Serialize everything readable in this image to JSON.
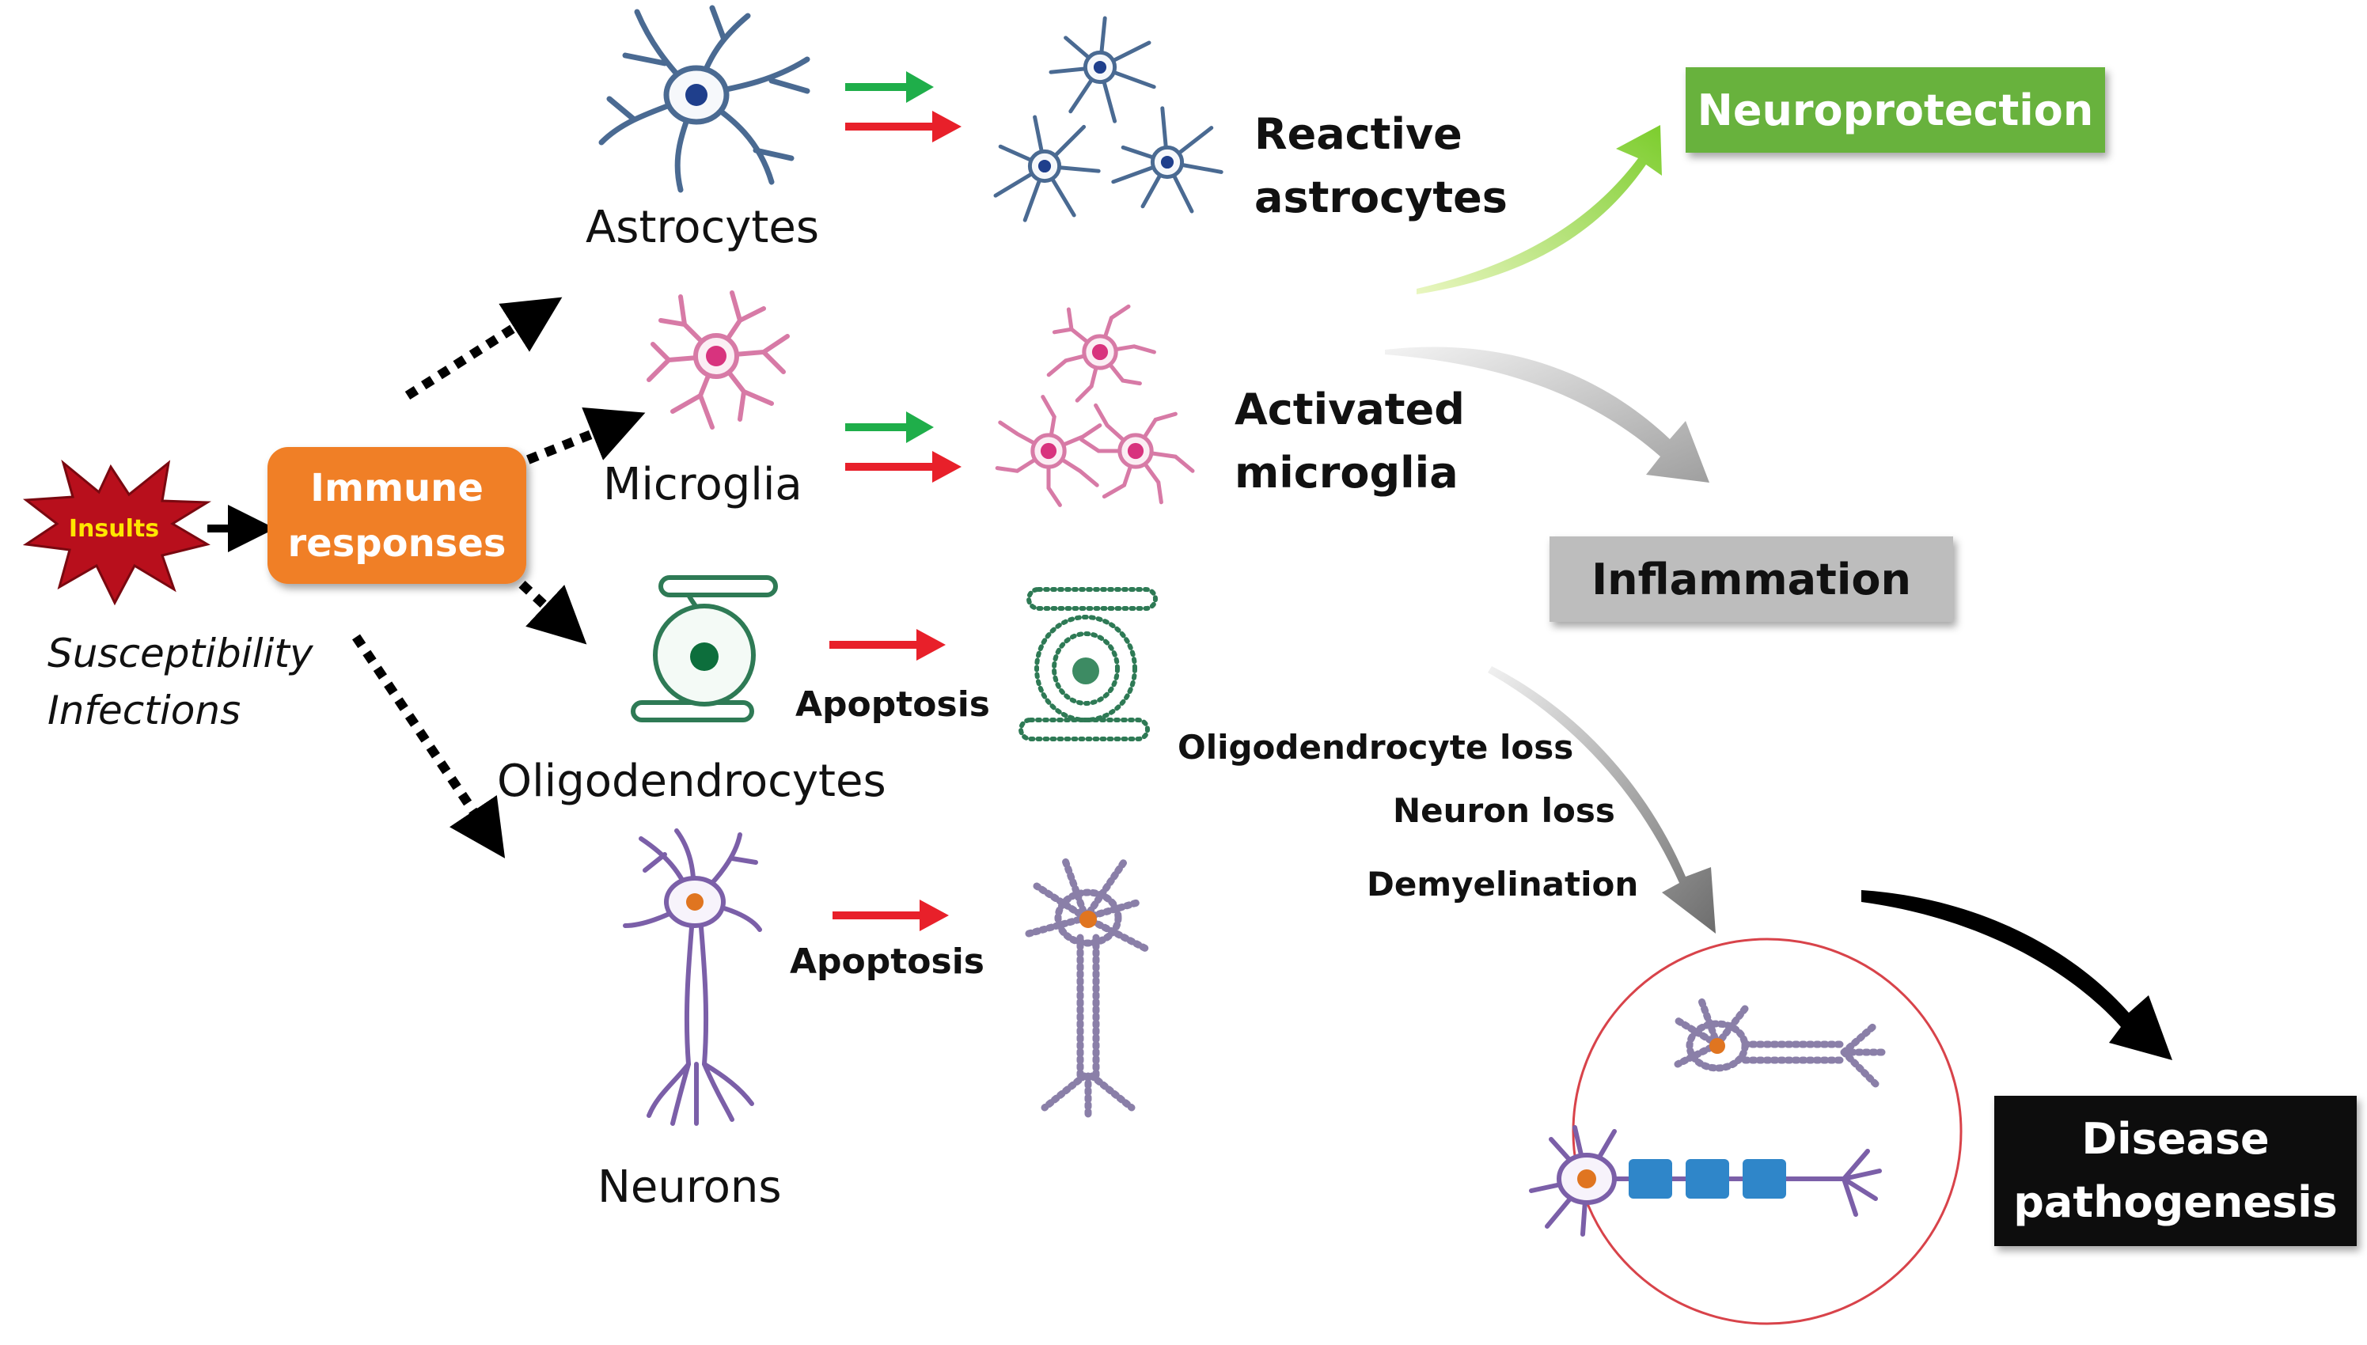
{
  "labels": {
    "insults": "Insults",
    "immune": "Immune\nresponses",
    "susceptibility": "Susceptibility",
    "infections": "Infections",
    "astrocytes": "Astrocytes",
    "microglia": "Microglia",
    "oligodendrocytes": "Oligodendrocytes",
    "neurons": "Neurons",
    "reactive": "Reactive\nastrocytes",
    "activated": "Activated\nmicroglia",
    "apoptosis_1": "Apoptosis",
    "apoptosis_2": "Apoptosis",
    "oligo_loss": "Oligodendrocyte  loss",
    "neuron_loss": "Neuron loss",
    "demyelination": "Demyelination",
    "neuroprotection": "Neuroprotection",
    "inflammation": "Inflammation",
    "disease": "Disease\npathogenesis"
  },
  "colors": {
    "green_arrow": "#1fae4a",
    "red_arrow": "#e8202a",
    "astro_stroke": "#4a6a92",
    "astro_nucleus": "#1f3f8c",
    "micro_stroke": "#d77aa6",
    "micro_nucleus": "#d8337e",
    "oligo_stroke": "#2e7a55",
    "oligo_nucleus": "#0d6e3c",
    "neuron_stroke": "#7b5fa8",
    "neuron_nucleus": "#e07520",
    "myelin": "#2f86c9",
    "immune_box": "#f07f26",
    "insult_burst": "#b80f1c",
    "insult_text": "#ffe600",
    "neuroprotection_box": "#67b23c",
    "inflammation_box": "#bdbdbd",
    "disease_box": "#0c0c0c",
    "circle": "#d8434a"
  }
}
